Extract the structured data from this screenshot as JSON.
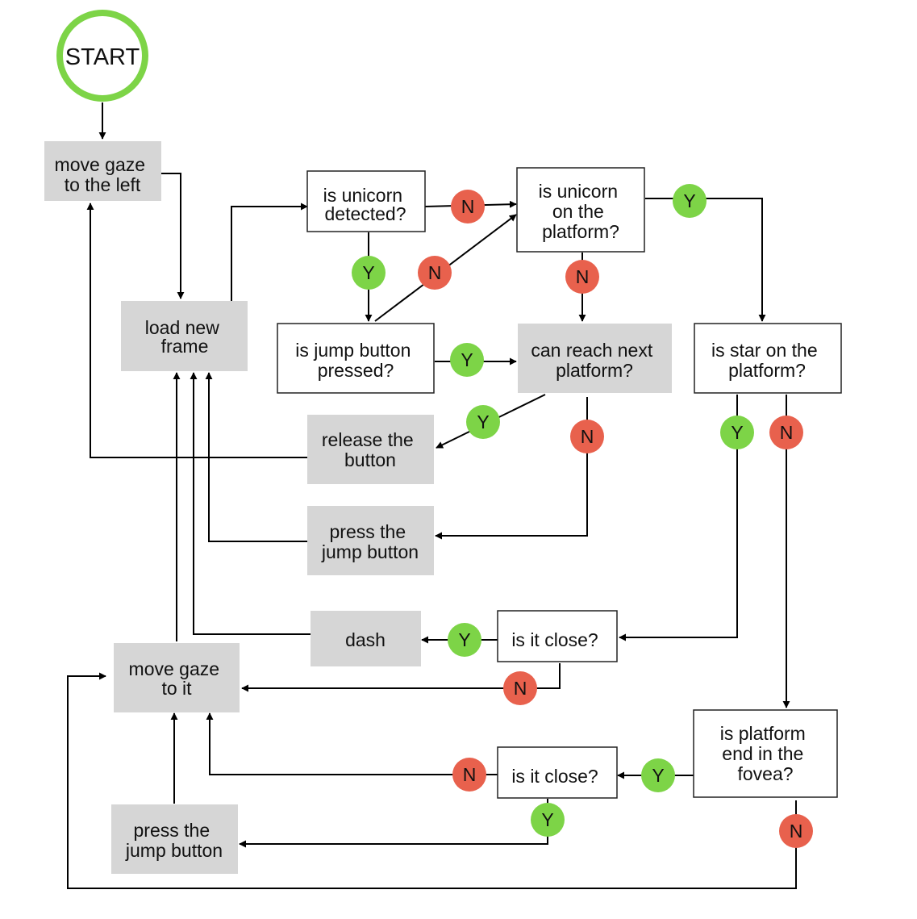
{
  "colors": {
    "start_ring": "#7dd447",
    "action_fill": "#d6d6d6",
    "decision_stroke": "#222222",
    "line": "#000000",
    "yes_fill": "#7dd447",
    "no_fill": "#e8614d"
  },
  "start": {
    "label": "START"
  },
  "actions": {
    "move_gaze_left": [
      "move gaze",
      "to the left"
    ],
    "load_new_frame": [
      "load new",
      "frame"
    ],
    "release_button": [
      "release the",
      "button"
    ],
    "press_jump_1": [
      "press the",
      "jump button"
    ],
    "dash": [
      "dash"
    ],
    "move_gaze_to_it": [
      "move gaze",
      "to it"
    ],
    "press_jump_2": [
      "press the",
      "jump button"
    ]
  },
  "decisions": {
    "unicorn_detected": [
      "is unicorn",
      "detected?"
    ],
    "unicorn_on_platform": [
      "is unicorn",
      "on the",
      "platform?"
    ],
    "jump_pressed": [
      "is jump button",
      "pressed?"
    ],
    "can_reach": [
      "can reach next",
      "platform?"
    ],
    "star_on_platform": [
      "is star on the",
      "platform?"
    ],
    "close_1": [
      "is it close?"
    ],
    "close_2": [
      "is it close?"
    ],
    "platform_end": [
      "is platform",
      "end in the",
      "fovea?"
    ]
  },
  "badges": {
    "yes": "Y",
    "no": "N"
  }
}
